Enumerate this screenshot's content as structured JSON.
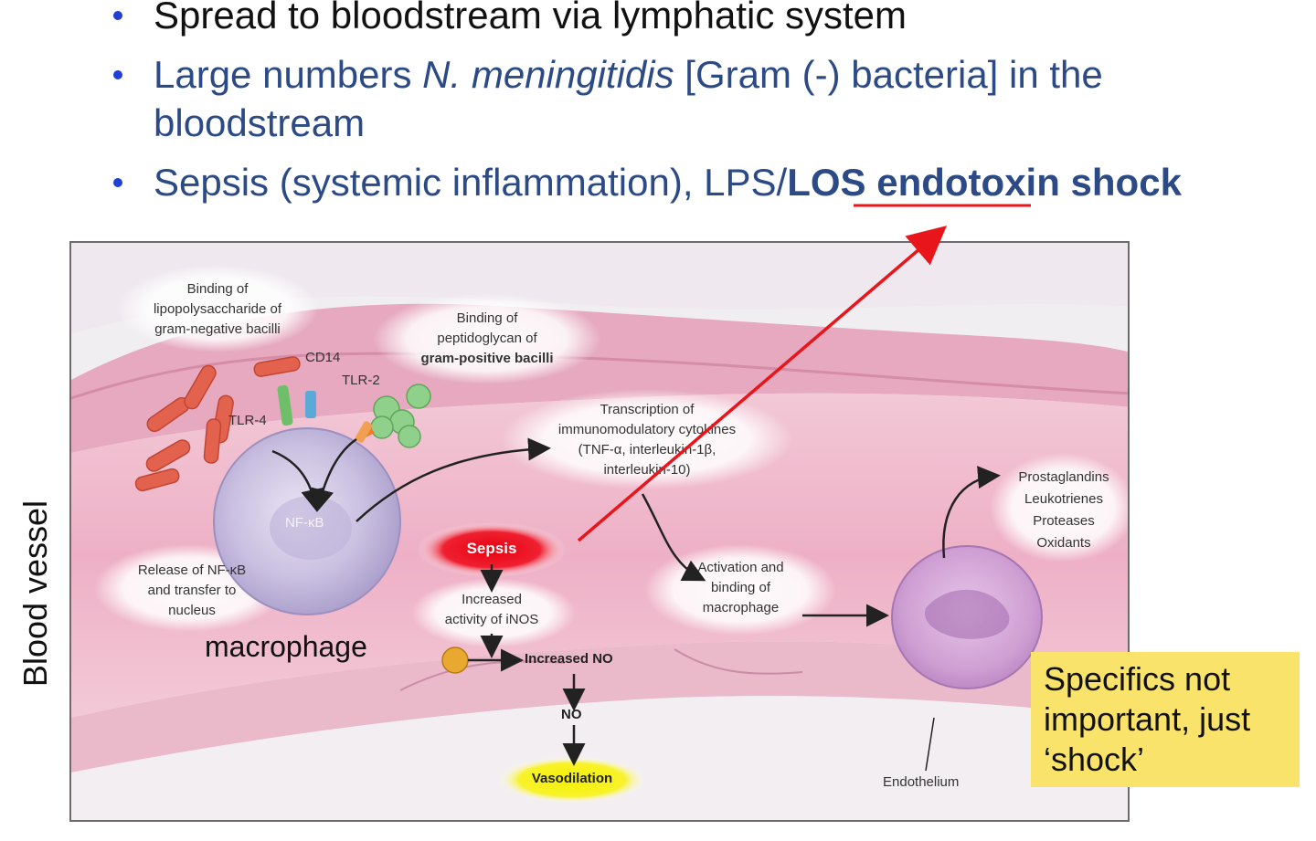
{
  "bullets": {
    "item1": "Spread to bloodstream via lymphatic system",
    "item2_prefix": "Large numbers ",
    "item2_italic": "N. meningitidis",
    "item2_suffix": " [Gram (-) bacteria] in the",
    "item2_line2": "bloodstream",
    "item3_prefix": "Sepsis (systemic inflammation), LPS/",
    "item3_bold": "LOS endotoxin shock"
  },
  "diagram": {
    "label_lps": [
      "Binding of",
      "lipopolysaccharide of",
      "gram-negative bacilli"
    ],
    "label_pg": [
      "Binding of",
      "peptidoglycan of",
      "gram-positive bacilli"
    ],
    "cd14": "CD14",
    "tlr2": "TLR-2",
    "tlr4": "TLR-4",
    "nfkb": "NF-κB",
    "transcription": [
      "Transcription of",
      "immunomodulatory cytokines",
      "(TNF-α, interleukin-1β,",
      "interleukin-10)"
    ],
    "release": [
      "Release of NF-κB",
      "and transfer to",
      "nucleus"
    ],
    "sepsis": "Sepsis",
    "inos": [
      "Increased",
      "activity of iNOS"
    ],
    "increased_no": "Increased NO",
    "no": "NO",
    "vasodilation": "Vasodilation",
    "activation": [
      "Activation and",
      "binding of",
      "macrophage"
    ],
    "mediators": [
      "Prostaglandins",
      "Leukotrienes",
      "Proteases",
      "Oxidants"
    ],
    "endothelium": "Endothelium",
    "macrophage": "macrophage"
  },
  "side_label": "Blood vessel",
  "note": [
    "Specifics not",
    "important, just",
    "‘shock’"
  ],
  "colors": {
    "arrow_red": "#e8161b",
    "note_yellow": "#f9e36a",
    "bullet_blue": "#1f3fd6",
    "text_blue": "#2b4a86"
  }
}
